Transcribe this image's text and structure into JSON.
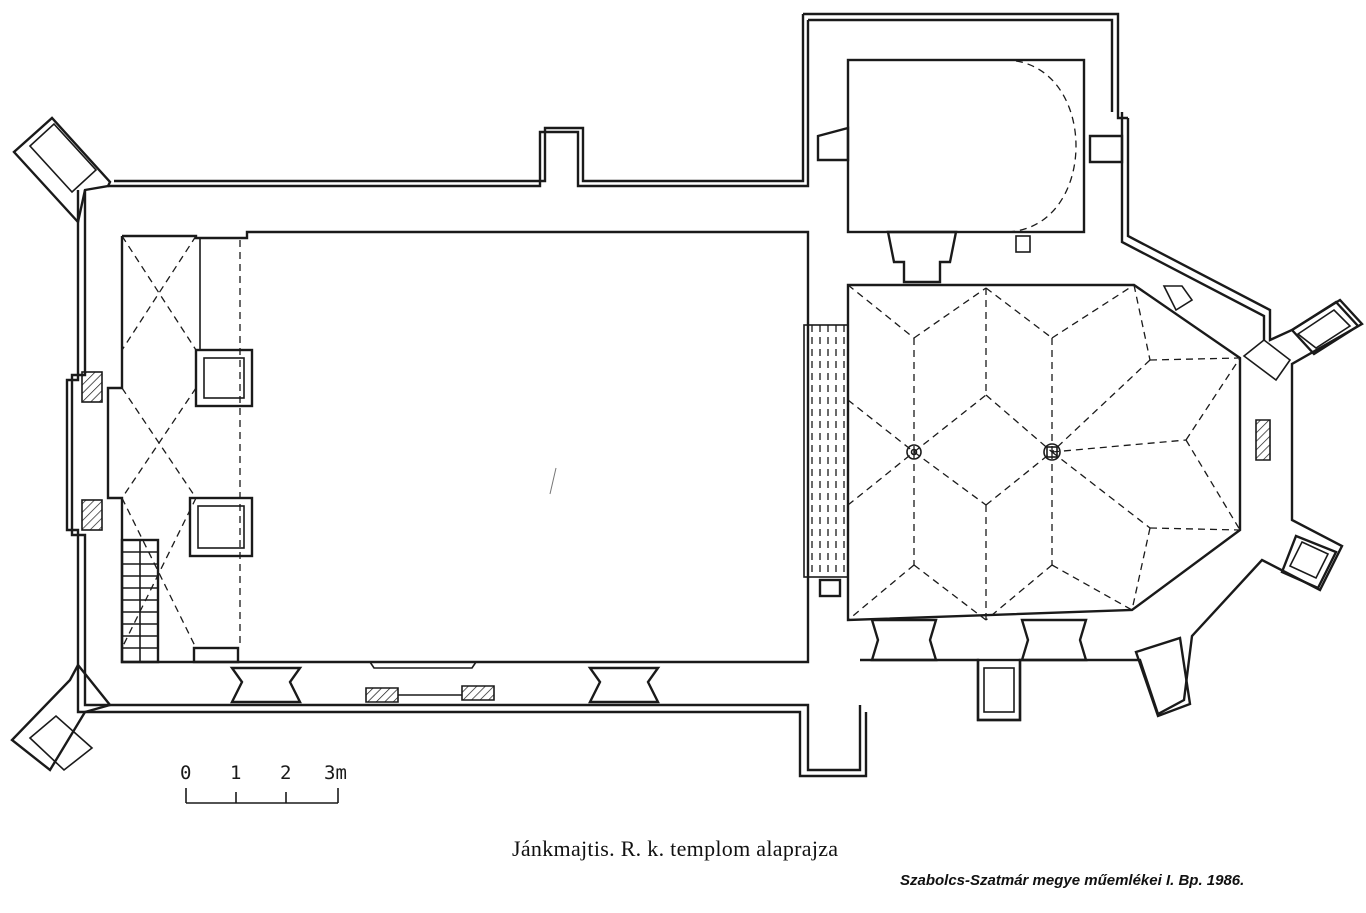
{
  "caption": "Jánkmajtis. R. k. templom alaprajza",
  "source": "Szabolcs-Szatmár megye műemlékei I. Bp. 1986.",
  "scale_bar": {
    "labels": [
      "0",
      "1",
      "2",
      "3m"
    ]
  }
}
